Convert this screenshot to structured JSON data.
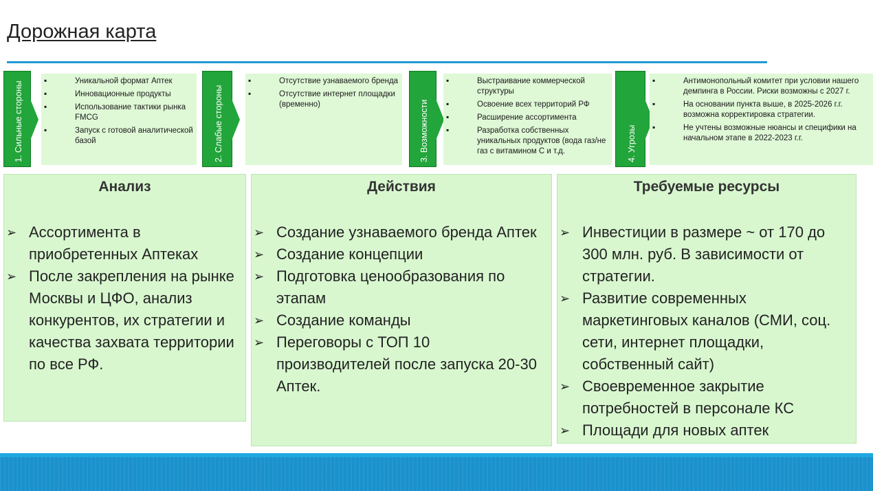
{
  "title": "Дорожная карта",
  "colors": {
    "green": "#22a53a",
    "accent_blue": "#1f9ad6",
    "box_bg": "#dff8d6",
    "panel_bg": "#d8f7cf"
  },
  "swot": [
    {
      "label": "1. Сильные стороны",
      "items": [
        "Уникальной формат Аптек",
        "Инновационные продукты",
        "Использование тактики рынка FMCG",
        "Запуск с готовой аналитической  базой"
      ]
    },
    {
      "label": "2. Слабые стороны",
      "items": [
        "Отсутствие узнаваемого бренда",
        "Отсутствие интернет площадки (временно)"
      ]
    },
    {
      "label": "3. Возможности",
      "items": [
        "Выстраивание коммерческой структуры",
        "Освоение всех территорий РФ",
        "Расширение ассортимента",
        "Разработка собственных уникальных продуктов (вода газ/не газ с витамином С и т.д."
      ]
    },
    {
      "label": "4. Угрозы",
      "items": [
        "Антимонопольный комитет при условии нашего демпинга в России. Риски возможны с 2027 г.",
        "На основании пункта выше, в 2025-2026  г.г. возможна корректировка стратегии.",
        "Не учтены возможные нюансы и специфики на начальном этапе в 2022-2023  г.г."
      ]
    }
  ],
  "panels": [
    {
      "title": "Анализ",
      "items": [
        "Ассортимента в приобретенных Аптеках",
        "После закрепления на рынке Москвы и ЦФО, анализ конкурентов, их стратегии и качества захвата территории по все РФ."
      ]
    },
    {
      "title": "Действия",
      "items": [
        "Создание узнаваемого бренда Аптек",
        "Создание концепции",
        "Подготовка ценообразования по этапам",
        "Создание команды",
        "Переговоры с ТОП 10 производителей после запуска 20-30 Аптек."
      ]
    },
    {
      "title": "Требуемые ресурсы",
      "items": [
        "Инвестиции в размере ~ от 170  до 300 млн. руб. В зависимости от стратегии.",
        "Развитие современных маркетинговых каналов (СМИ, соц. сети, интернет площадки, собственный сайт)",
        "Своевременное закрытие потребностей в персонале КС",
        "Площади для новых аптек"
      ]
    }
  ]
}
